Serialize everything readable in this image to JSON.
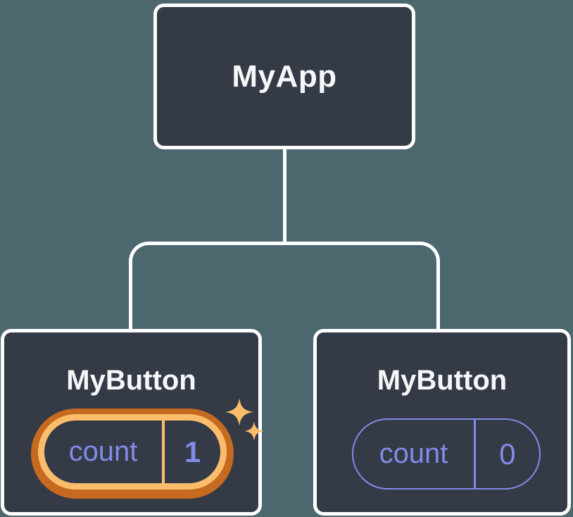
{
  "diagram": {
    "type": "component-tree",
    "root": {
      "label": "MyApp"
    },
    "children": [
      {
        "label": "MyButton",
        "state": {
          "key": "count",
          "value": "1"
        },
        "highlighted": true,
        "icons": [
          "sparkle-icon-large",
          "sparkle-icon-small"
        ]
      },
      {
        "label": "MyButton",
        "state": {
          "key": "count",
          "value": "0"
        },
        "highlighted": false
      }
    ]
  },
  "colors": {
    "background": "#4C676E",
    "box_fill": "#343A46",
    "box_border": "#FFFFFF",
    "connector": "#FFFFFF",
    "label_text": "#F6F7F9",
    "state_purple": "#818BE8",
    "highlight_orange_dark": "#C56A1E",
    "highlight_orange_light": "#FBBD6C"
  }
}
